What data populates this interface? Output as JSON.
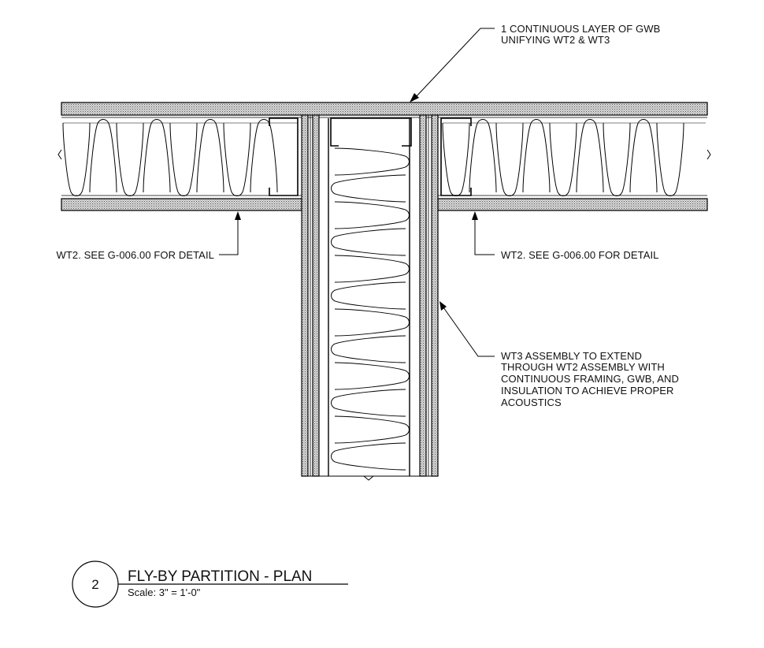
{
  "detail": {
    "number": "2",
    "title": "FLY-BY PARTITION - PLAN",
    "scale": "Scale: 3\" = 1'-0\""
  },
  "notes": {
    "top_callout": [
      "1 CONTINUOUS LAYER OF GWB",
      "UNIFYING WT2 & WT3"
    ],
    "left_callout": "WT2.  SEE G-006.00 FOR DETAIL",
    "right_callout": "WT2.  SEE G-006.00 FOR DETAIL",
    "wt3_callout": [
      "WT3 ASSEMBLY TO EXTEND",
      "THROUGH WT2 ASSEMBLY WITH",
      "CONTINUOUS FRAMING, GWB, AND",
      "INSULATION TO ACHIEVE PROPER",
      "ACOUSTICS"
    ]
  }
}
